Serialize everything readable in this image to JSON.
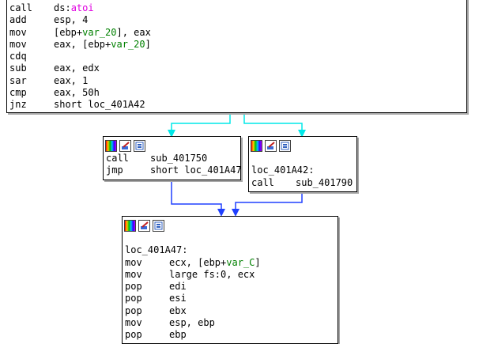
{
  "blocks": {
    "top": {
      "lines": [
        {
          "mn": "call",
          "ops": [
            {
              "t": "ds:"
            },
            {
              "t": "atoi",
              "c": "imp"
            }
          ]
        },
        {
          "mn": "add",
          "ops": [
            {
              "t": "esp, 4"
            }
          ]
        },
        {
          "mn": "mov",
          "ops": [
            {
              "t": "[ebp+"
            },
            {
              "t": "var_20",
              "c": "var"
            },
            {
              "t": "], eax"
            }
          ]
        },
        {
          "mn": "mov",
          "ops": [
            {
              "t": "eax, [ebp+"
            },
            {
              "t": "var_20",
              "c": "var"
            },
            {
              "t": "]"
            }
          ]
        },
        {
          "mn": "cdq",
          "ops": []
        },
        {
          "mn": "sub",
          "ops": [
            {
              "t": "eax, edx"
            }
          ]
        },
        {
          "mn": "sar",
          "ops": [
            {
              "t": "eax, 1"
            }
          ]
        },
        {
          "mn": "cmp",
          "ops": [
            {
              "t": "eax, 50h"
            }
          ]
        },
        {
          "mn": "jnz",
          "ops": [
            {
              "t": "short loc_401A42"
            }
          ]
        }
      ]
    },
    "left": {
      "lines": [
        {
          "mn": "call",
          "ops": [
            {
              "t": "sub_401750"
            }
          ]
        },
        {
          "mn": "jmp",
          "ops": [
            {
              "t": "short loc_401A47"
            }
          ]
        }
      ]
    },
    "right": {
      "lines": [
        {
          "blank": true
        },
        {
          "label": "loc_401A42:"
        },
        {
          "mn": "call",
          "ops": [
            {
              "t": "sub_401790"
            }
          ]
        }
      ]
    },
    "bottom": {
      "lines": [
        {
          "blank": true
        },
        {
          "label": "loc_401A47:"
        },
        {
          "mn": "mov",
          "ops": [
            {
              "t": "ecx, [ebp+"
            },
            {
              "t": "var_C",
              "c": "var"
            },
            {
              "t": "]"
            }
          ]
        },
        {
          "mn": "mov",
          "ops": [
            {
              "t": "large fs:0, ecx"
            }
          ]
        },
        {
          "mn": "pop",
          "ops": [
            {
              "t": "edi"
            }
          ]
        },
        {
          "mn": "pop",
          "ops": [
            {
              "t": "esi"
            }
          ]
        },
        {
          "mn": "pop",
          "ops": [
            {
              "t": "ebx"
            }
          ]
        },
        {
          "mn": "mov",
          "ops": [
            {
              "t": "esp, ebp"
            }
          ]
        },
        {
          "mn": "pop",
          "ops": [
            {
              "t": "ebp"
            }
          ]
        }
      ]
    }
  },
  "toolbar_icons": [
    "set-node-color-icon",
    "rename-node-icon",
    "group-nodes-icon"
  ],
  "colors": {
    "branch_taken": "#00e8e8",
    "unconditional": "#2040ff",
    "var": "#008000",
    "import": "#e000e0"
  }
}
